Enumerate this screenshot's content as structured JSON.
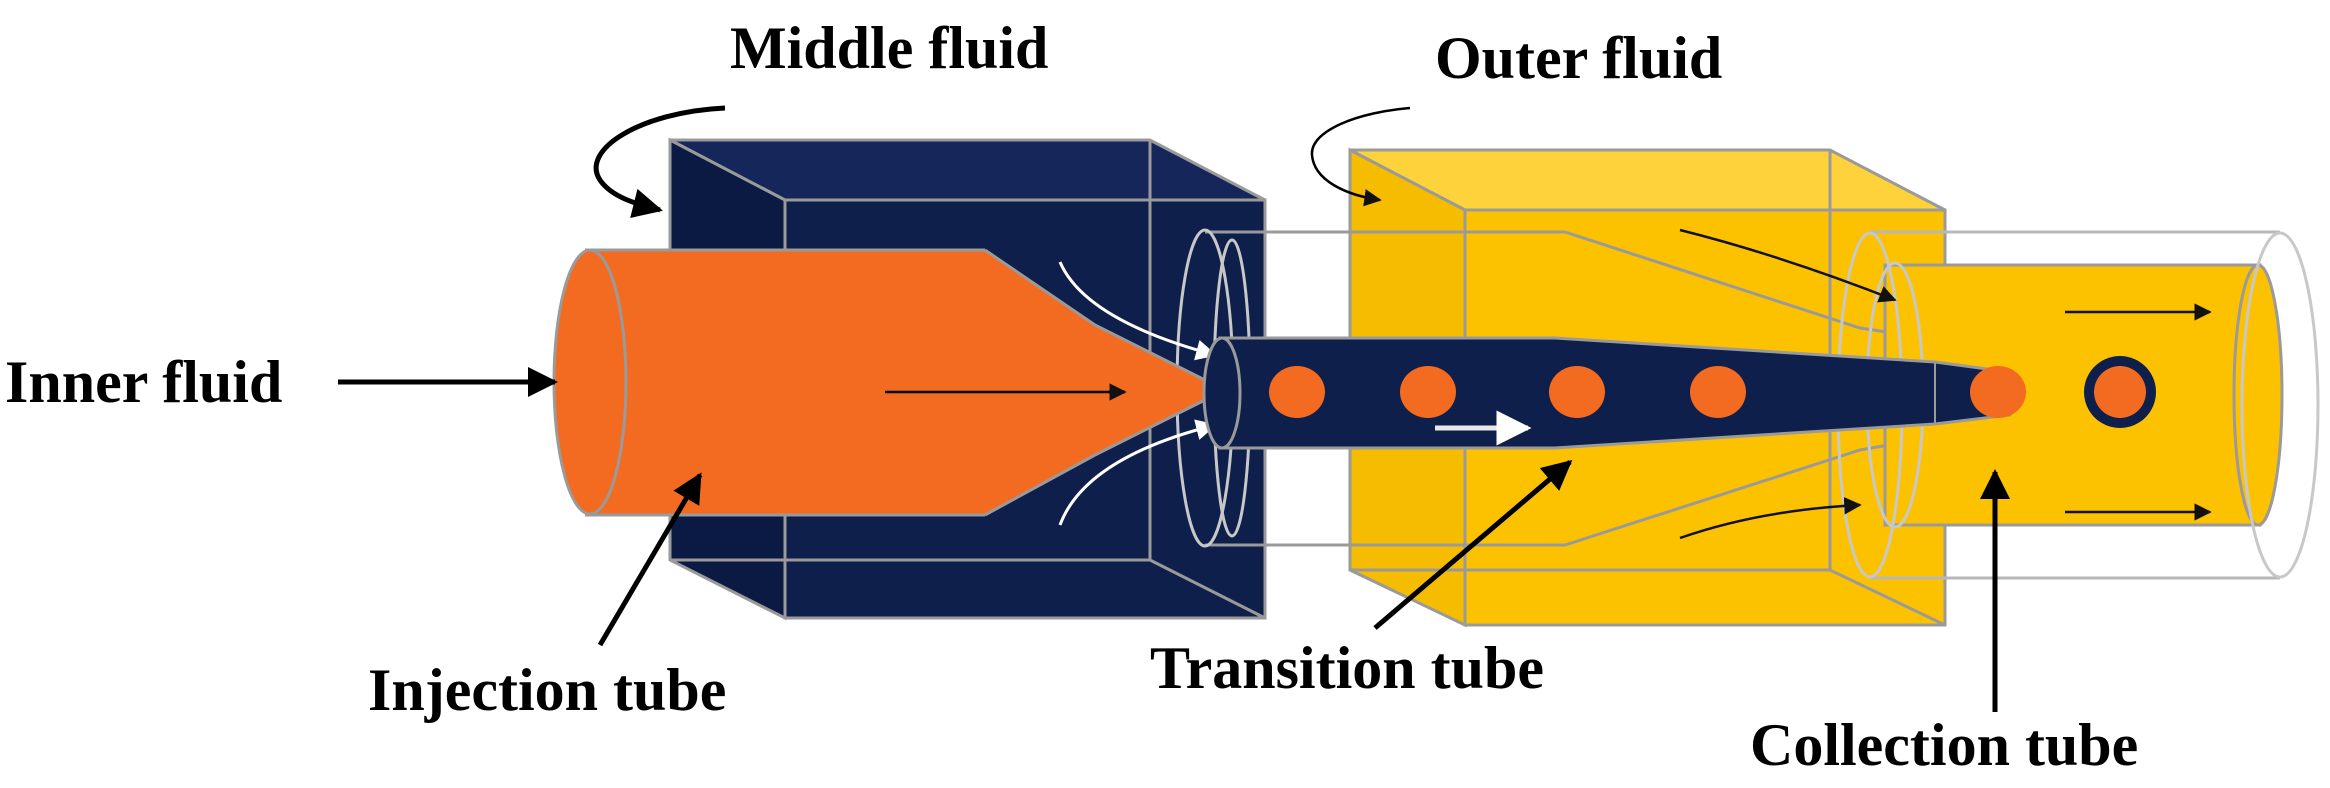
{
  "labels": {
    "middle_fluid": "Middle fluid",
    "outer_fluid": "Outer fluid",
    "inner_fluid": "Inner fluid",
    "injection_tube": "Injection tube",
    "transition_tube": "Transition tube",
    "collection_tube": "Collection tube"
  },
  "colors": {
    "inner_fluid": "#F26B21",
    "middle_fluid": "#0E1F4B",
    "outer_fluid": "#FCC200",
    "outline": "#9A9A9A",
    "arrow": "#000000"
  }
}
